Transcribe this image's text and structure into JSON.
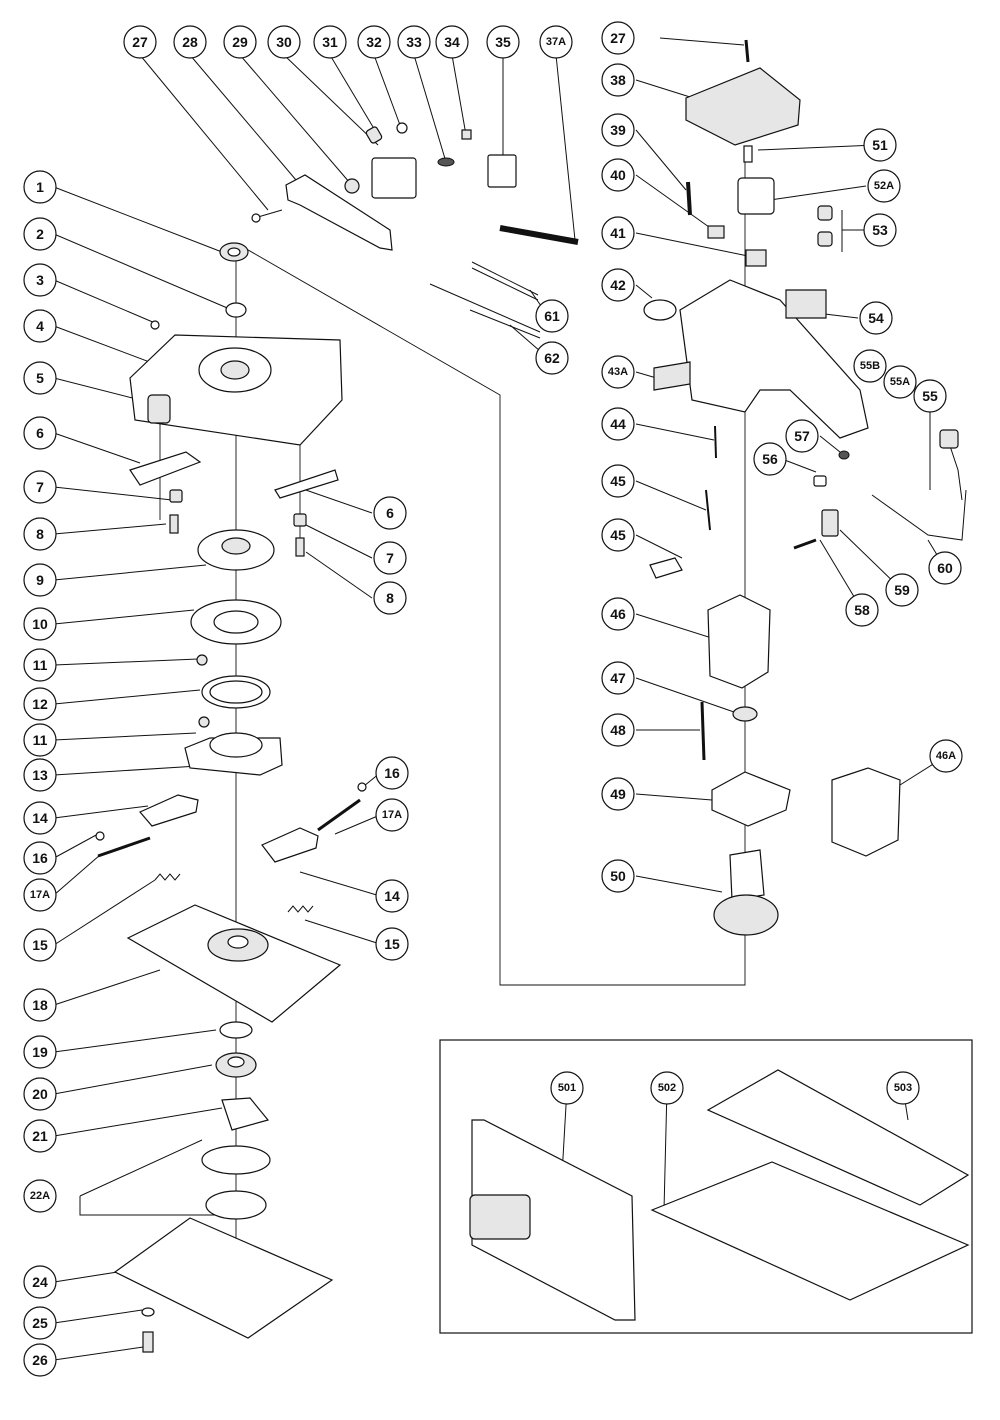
{
  "callouts": [
    {
      "label": "27"
    },
    {
      "label": "28"
    },
    {
      "label": "29"
    },
    {
      "label": "30"
    },
    {
      "label": "31"
    },
    {
      "label": "32"
    },
    {
      "label": "33"
    },
    {
      "label": "34"
    },
    {
      "label": "35"
    },
    {
      "label": "37A"
    },
    {
      "label": "1"
    },
    {
      "label": "2"
    },
    {
      "label": "3"
    },
    {
      "label": "4"
    },
    {
      "label": "5"
    },
    {
      "label": "6"
    },
    {
      "label": "7"
    },
    {
      "label": "8"
    },
    {
      "label": "9"
    },
    {
      "label": "6"
    },
    {
      "label": "7"
    },
    {
      "label": "8"
    },
    {
      "label": "10"
    },
    {
      "label": "11"
    },
    {
      "label": "12"
    },
    {
      "label": "11"
    },
    {
      "label": "13"
    },
    {
      "label": "14"
    },
    {
      "label": "16"
    },
    {
      "label": "17A"
    },
    {
      "label": "16"
    },
    {
      "label": "17A"
    },
    {
      "label": "14"
    },
    {
      "label": "15"
    },
    {
      "label": "15"
    },
    {
      "label": "18"
    },
    {
      "label": "19"
    },
    {
      "label": "20"
    },
    {
      "label": "21"
    },
    {
      "label": "22A"
    },
    {
      "label": "24"
    },
    {
      "label": "25"
    },
    {
      "label": "26"
    },
    {
      "label": "27"
    },
    {
      "label": "38"
    },
    {
      "label": "39"
    },
    {
      "label": "51"
    },
    {
      "label": "40"
    },
    {
      "label": "52A"
    },
    {
      "label": "41"
    },
    {
      "label": "53"
    },
    {
      "label": "42"
    },
    {
      "label": "54"
    },
    {
      "label": "61"
    },
    {
      "label": "62"
    },
    {
      "label": "43A"
    },
    {
      "label": "55B"
    },
    {
      "label": "55A"
    },
    {
      "label": "55"
    },
    {
      "label": "44"
    },
    {
      "label": "57"
    },
    {
      "label": "45"
    },
    {
      "label": "56"
    },
    {
      "label": "45"
    },
    {
      "label": "59"
    },
    {
      "label": "60"
    },
    {
      "label": "58"
    },
    {
      "label": "46"
    },
    {
      "label": "47"
    },
    {
      "label": "48"
    },
    {
      "label": "46A"
    },
    {
      "label": "49"
    },
    {
      "label": "50"
    },
    {
      "label": "501"
    },
    {
      "label": "502"
    },
    {
      "label": "503"
    }
  ]
}
